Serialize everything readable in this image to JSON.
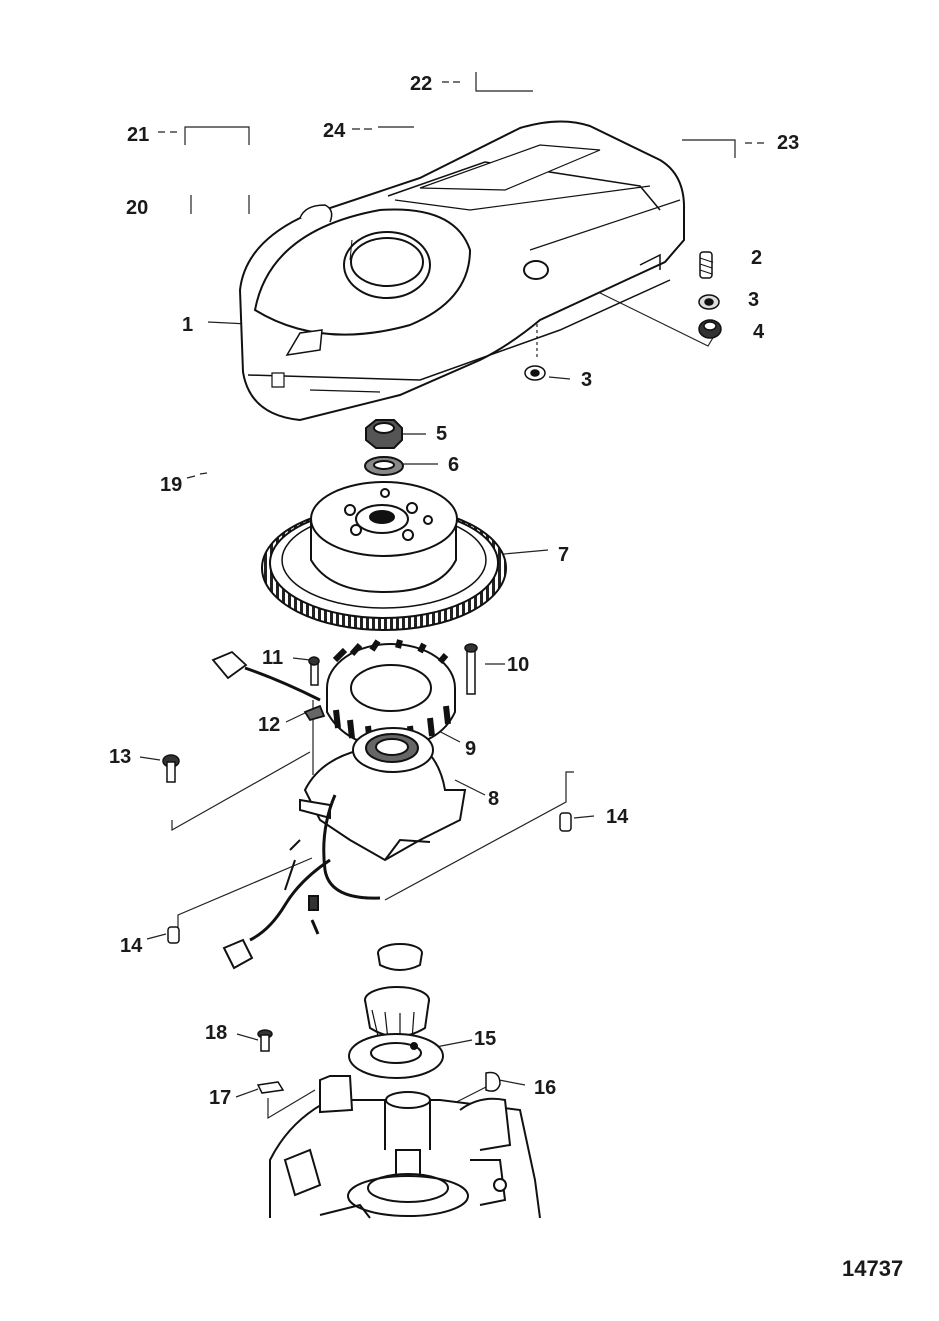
{
  "figure_number": "14737",
  "callouts": [
    {
      "id": "c1",
      "label": "1",
      "part": "flywheel-cover"
    },
    {
      "id": "c2",
      "label": "2",
      "part": "screw"
    },
    {
      "id": "c3a",
      "label": "3",
      "part": "grommet"
    },
    {
      "id": "c3b",
      "label": "3",
      "part": "grommet"
    },
    {
      "id": "c4",
      "label": "4",
      "part": "grommet"
    },
    {
      "id": "c5",
      "label": "5",
      "part": "flywheel-nut"
    },
    {
      "id": "c6",
      "label": "6",
      "part": "washer"
    },
    {
      "id": "c7",
      "label": "7",
      "part": "flywheel"
    },
    {
      "id": "c8",
      "label": "8",
      "part": "trigger-plate"
    },
    {
      "id": "c9",
      "label": "9",
      "part": "stator"
    },
    {
      "id": "c10",
      "label": "10",
      "part": "stator-screw"
    },
    {
      "id": "c11",
      "label": "11",
      "part": "screw"
    },
    {
      "id": "c12",
      "label": "12",
      "part": "clamp"
    },
    {
      "id": "c13",
      "label": "13",
      "part": "screw"
    },
    {
      "id": "c14a",
      "label": "14",
      "part": "bushing"
    },
    {
      "id": "c14b",
      "label": "14",
      "part": "bushing"
    },
    {
      "id": "c15",
      "label": "15",
      "part": "retainer-plate"
    },
    {
      "id": "c16",
      "label": "16",
      "part": "flywheel-key"
    },
    {
      "id": "c17",
      "label": "17",
      "part": "clip"
    },
    {
      "id": "c18",
      "label": "18",
      "part": "screw"
    },
    {
      "id": "c19",
      "label": "19",
      "part": "decal"
    },
    {
      "id": "c20",
      "label": "20",
      "part": "decal"
    },
    {
      "id": "c21",
      "label": "21",
      "part": "decal"
    },
    {
      "id": "c22",
      "label": "22",
      "part": "decal"
    },
    {
      "id": "c23",
      "label": "23",
      "part": "decal"
    },
    {
      "id": "c24",
      "label": "24",
      "part": "decal"
    }
  ]
}
